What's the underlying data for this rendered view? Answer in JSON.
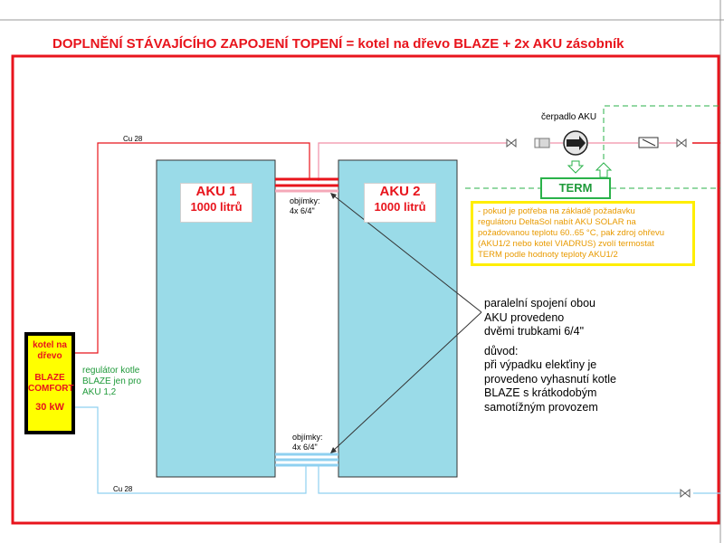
{
  "title": "DOPLNĚNÍ  STÁVAJÍCÍHO ZAPOJENÍ TOPENÍ    = kotel na dřevo BLAZE + 2x AKU zásobník",
  "colors": {
    "red": "#e8141c",
    "tank_fill": "#9adbe8",
    "return_pipe": "#8fd0f0",
    "supply_pipe_light": "#f08fa8",
    "green": "#2ab24a",
    "boiler_fill": "#ffff00",
    "note_border": "#ffee00",
    "note_text": "#e89a00"
  },
  "tanks": [
    {
      "name": "AKU  1",
      "volume": "1000 litrů"
    },
    {
      "name": "AKU  2",
      "volume": "1000 litrů"
    }
  ],
  "boiler": {
    "line1": "kotel na",
    "line2": "dřevo",
    "line3": "BLAZE",
    "line4": "COMFORT",
    "power": "30 kW"
  },
  "regulator_note": [
    "regulátor kotle",
    "BLAZE jen pro",
    "AKU 1,2"
  ],
  "pipe_labels": {
    "top": "Cu 28",
    "bottom": "Cu 28"
  },
  "clamps": {
    "top": [
      "objímky:",
      "4x 6/4\""
    ],
    "bottom": [
      "objímky:",
      "4x 6/4\""
    ]
  },
  "pump_label": "čerpadlo AKU",
  "term_label": "TERM",
  "note_lines": [
    "- pokud je potřeba na základě požadavku",
    "regulátoru DeltaSol nabít AKU SOLAR na",
    "požadovanou teplotu 60..65 °C, pak zdroj ohřevu",
    "(AKU1/2 nebo kotel VIADRUS) zvolí termostat",
    "TERM podle hodnoty teploty AKU1/2"
  ],
  "explanation": {
    "lines1": [
      "paralelní spojení obou",
      "AKU provedeno",
      "dvěmi trubkami 6/4\""
    ],
    "lines2": [
      "důvod:",
      "při výpadku elekťiny je",
      "provedeno vyhasnutí kotle",
      "BLAZE s krátkodobým",
      "samotížným provozem"
    ]
  }
}
